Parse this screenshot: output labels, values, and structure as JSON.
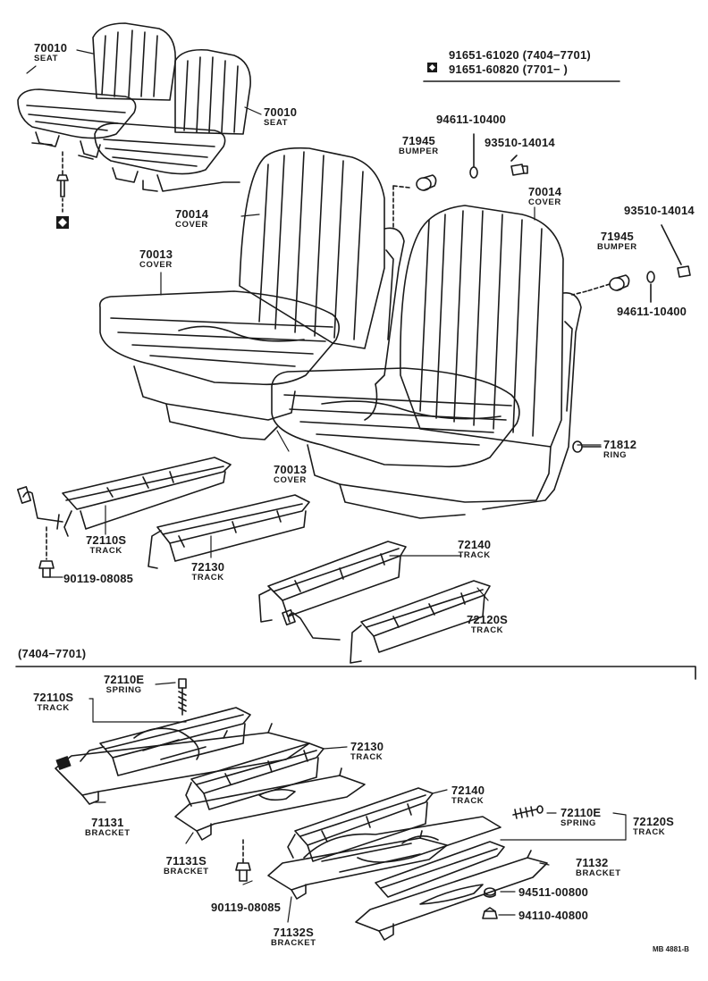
{
  "legend": {
    "row1": "91651-61020 (7404−7701)",
    "row2": "91651-60820 (7701−      )",
    "icon": "diamond-square-icon"
  },
  "section_label": "(7404−7701)",
  "footer_code": "MB 4881-B",
  "parts": {
    "seat_rear_left": {
      "num": "70010",
      "name": "SEAT"
    },
    "seat_rear_right": {
      "num": "70010",
      "name": "SEAT"
    },
    "cover_back_left": {
      "num": "70014",
      "name": "COVER"
    },
    "cover_back_right": {
      "num": "70014",
      "name": "COVER"
    },
    "cover_cushion_left": {
      "num": "70013",
      "name": "COVER"
    },
    "cover_cushion_right": {
      "num": "70013",
      "name": "COVER"
    },
    "bumper_left": {
      "num": "71945",
      "name": "BUMPER"
    },
    "bumper_right": {
      "num": "71945",
      "name": "BUMPER"
    },
    "washer_top": {
      "num": "94611-10400"
    },
    "washer_right": {
      "num": "94611-10400"
    },
    "screw_top": {
      "num": "93510-14014"
    },
    "screw_right": {
      "num": "93510-14014"
    },
    "ring": {
      "num": "71812",
      "name": "RING"
    },
    "track_72110s_top": {
      "num": "72110S",
      "name": "TRACK"
    },
    "track_72130_top": {
      "num": "72130",
      "name": "TRACK"
    },
    "track_72140_top": {
      "num": "72140",
      "name": "TRACK"
    },
    "track_72120s_top": {
      "num": "72120S",
      "name": "TRACK"
    },
    "bolt_top": {
      "num": "90119-08085"
    },
    "spring_72110e_left": {
      "num": "72110E",
      "name": "SPRING"
    },
    "track_72110s_low": {
      "num": "72110S",
      "name": "TRACK"
    },
    "track_72130_low": {
      "num": "72130",
      "name": "TRACK"
    },
    "track_72140_low": {
      "num": "72140",
      "name": "TRACK"
    },
    "spring_72110e_right": {
      "num": "72110E",
      "name": "SPRING"
    },
    "track_72120s_low": {
      "num": "72120S",
      "name": "TRACK"
    },
    "bracket_71131": {
      "num": "71131",
      "name": "BRACKET"
    },
    "bracket_71131s": {
      "num": "71131S",
      "name": "BRACKET"
    },
    "bracket_71132": {
      "num": "71132",
      "name": "BRACKET"
    },
    "bracket_71132s": {
      "num": "71132S",
      "name": "BRACKET"
    },
    "bolt_low": {
      "num": "90119-08085"
    },
    "nut_94511": {
      "num": "94511-00800"
    },
    "nut_94110": {
      "num": "94110-40800"
    }
  }
}
